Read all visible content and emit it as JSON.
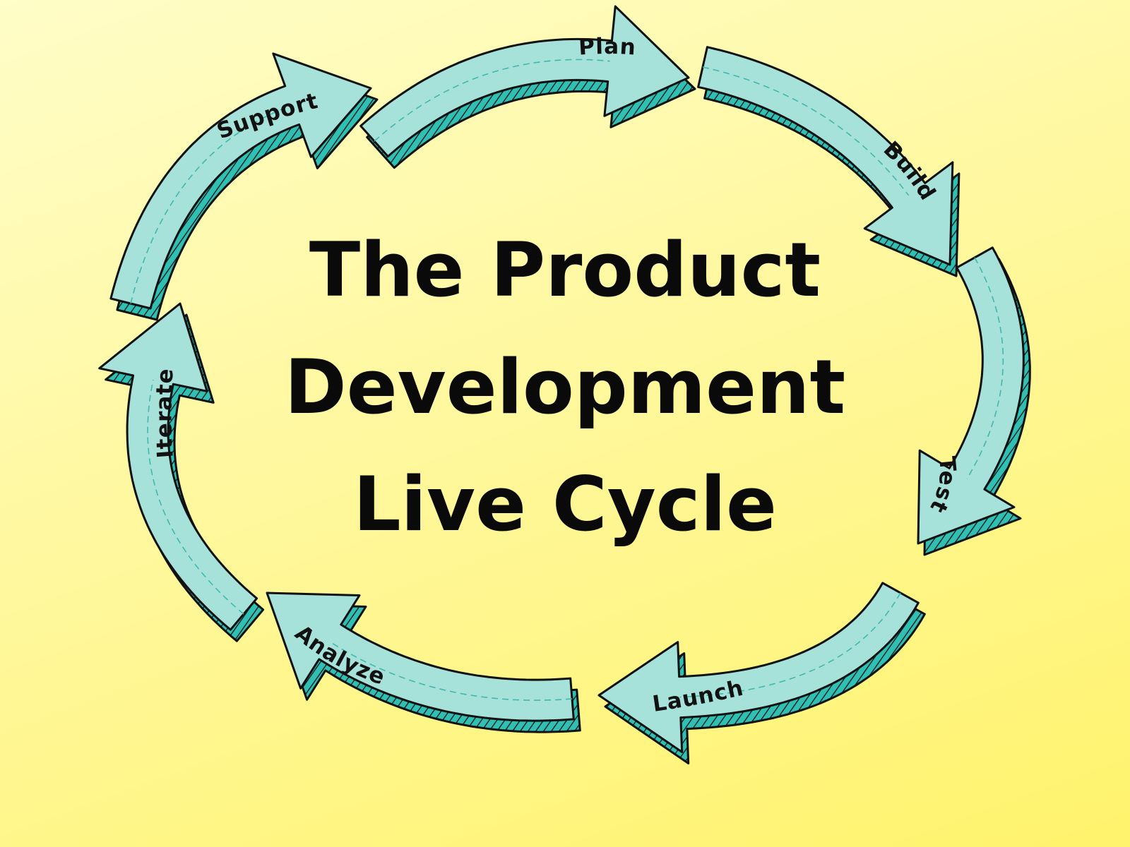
{
  "title": {
    "line1": "The Product",
    "line2": "Development",
    "line3": "Live Cycle"
  },
  "cycle": {
    "stages": [
      {
        "name": "Plan"
      },
      {
        "name": "Build"
      },
      {
        "name": "Test"
      },
      {
        "name": "Launch"
      },
      {
        "name": "Analyze"
      },
      {
        "name": "Iterate"
      },
      {
        "name": "Support"
      }
    ]
  },
  "colors": {
    "arrow_fill": "#a6e2da",
    "arrow_side": "#2fbfb3",
    "outline": "#111111",
    "dash": "#3fb9ad",
    "background_top": "#fffdc8",
    "background_bottom": "#fff36c",
    "text": "#0a0a0a"
  }
}
